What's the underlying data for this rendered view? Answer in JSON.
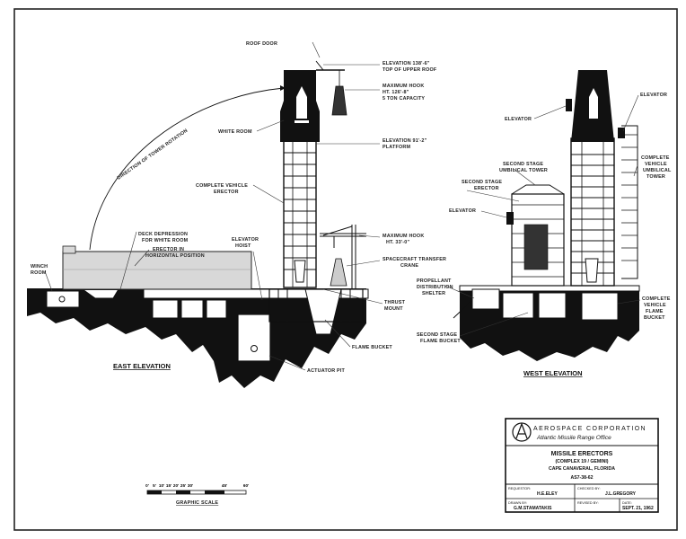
{
  "views": {
    "east": {
      "title": "EAST ELEVATION",
      "labels": {
        "roof_door": "ROOF DOOR",
        "elevation_top_1": "ELEVATION 138'-6\"",
        "elevation_top_2": "TOP OF UPPER ROOF",
        "max_hook_1": "MAXIMUM HOOK",
        "max_hook_2": "HT. 126'-8\"",
        "max_hook_3": "5 TON CAPACITY",
        "white_room": "WHITE ROOM",
        "elevation_platform_1": "ELEVATION 91'-2\"",
        "elevation_platform_2": "PLATFORM",
        "vehicle_erector_1": "COMPLETE VEHICLE",
        "vehicle_erector_2": "ERECTOR",
        "tower_rotation": "DIRECTION OF TOWER ROTATION",
        "deck_depression_1": "DECK DEPRESSION",
        "deck_depression_2": "FOR WHITE ROOM",
        "erector_horizontal_1": "ERECTOR IN",
        "erector_horizontal_2": "HORIZONTAL POSITION",
        "winch_room_1": "WINCH",
        "winch_room_2": "ROOM",
        "elevator_hoist_1": "ELEVATOR",
        "elevator_hoist_2": "HOIST",
        "crane_hook_1": "MAXIMUM HOOK",
        "crane_hook_2": "HT. 33'-0\"",
        "transfer_crane_1": "SPACECRAFT TRANSFER",
        "transfer_crane_2": "CRANE",
        "thrust_mount_1": "THRUST",
        "thrust_mount_2": "MOUNT",
        "flame_bucket": "FLAME BUCKET",
        "actuator_pit": "ACTUATOR PIT"
      }
    },
    "west": {
      "title": "WEST ELEVATION",
      "labels": {
        "elevator_a": "ELEVATOR",
        "elevator_b": "ELEVATOR",
        "elevator_c": "ELEVATOR",
        "umbilical_tower_1": "SECOND STAGE",
        "umbilical_tower_2": "UMBILICAL TOWER",
        "stage_erector_1": "SECOND STAGE",
        "stage_erector_2": "ERECTOR",
        "vehicle_umbilical_1": "COMPLETE",
        "vehicle_umbilical_2": "VEHICLE",
        "vehicle_umbilical_3": "UMBILICAL",
        "vehicle_umbilical_4": "TOWER",
        "propellant_1": "PROPELLANT",
        "propellant_2": "DISTRIBUTION",
        "propellant_3": "SHELTER",
        "vehicle_flame_1": "COMPLETE",
        "vehicle_flame_2": "VEHICLE",
        "vehicle_flame_3": "FLAME",
        "vehicle_flame_4": "BUCKET",
        "stage_flame_1": "SECOND STAGE",
        "stage_flame_2": "FLAME BUCKET"
      }
    }
  },
  "scale": {
    "ticks": [
      "0'",
      "5'",
      "10'",
      "15'",
      "20'",
      "25'",
      "30'",
      "45'",
      "60'"
    ],
    "caption": "GRAPHIC SCALE"
  },
  "title_block": {
    "org": "AEROSPACE CORPORATION",
    "office": "Atlantic Missile Range Office",
    "drawing_title": "MISSILE ERECTORS",
    "complex": "(COMPLEX 19 / GEMINI)",
    "location": "CAPE CANAVERAL, FLORIDA",
    "drawing_number": "AS7-38-62",
    "requestor_label": "REQUESTOR:",
    "requestor": "H.E.ELEY",
    "checked_label": "CHECKED BY:",
    "checked": "J.L.GREGORY",
    "drawn_label": "DRAWN BY:",
    "drawn": "G.M.STAMATAKIS",
    "revised_label": "REVISED BY:",
    "revised": "",
    "date_label": "DATE:",
    "date": "SEPT. 21, 1962"
  }
}
